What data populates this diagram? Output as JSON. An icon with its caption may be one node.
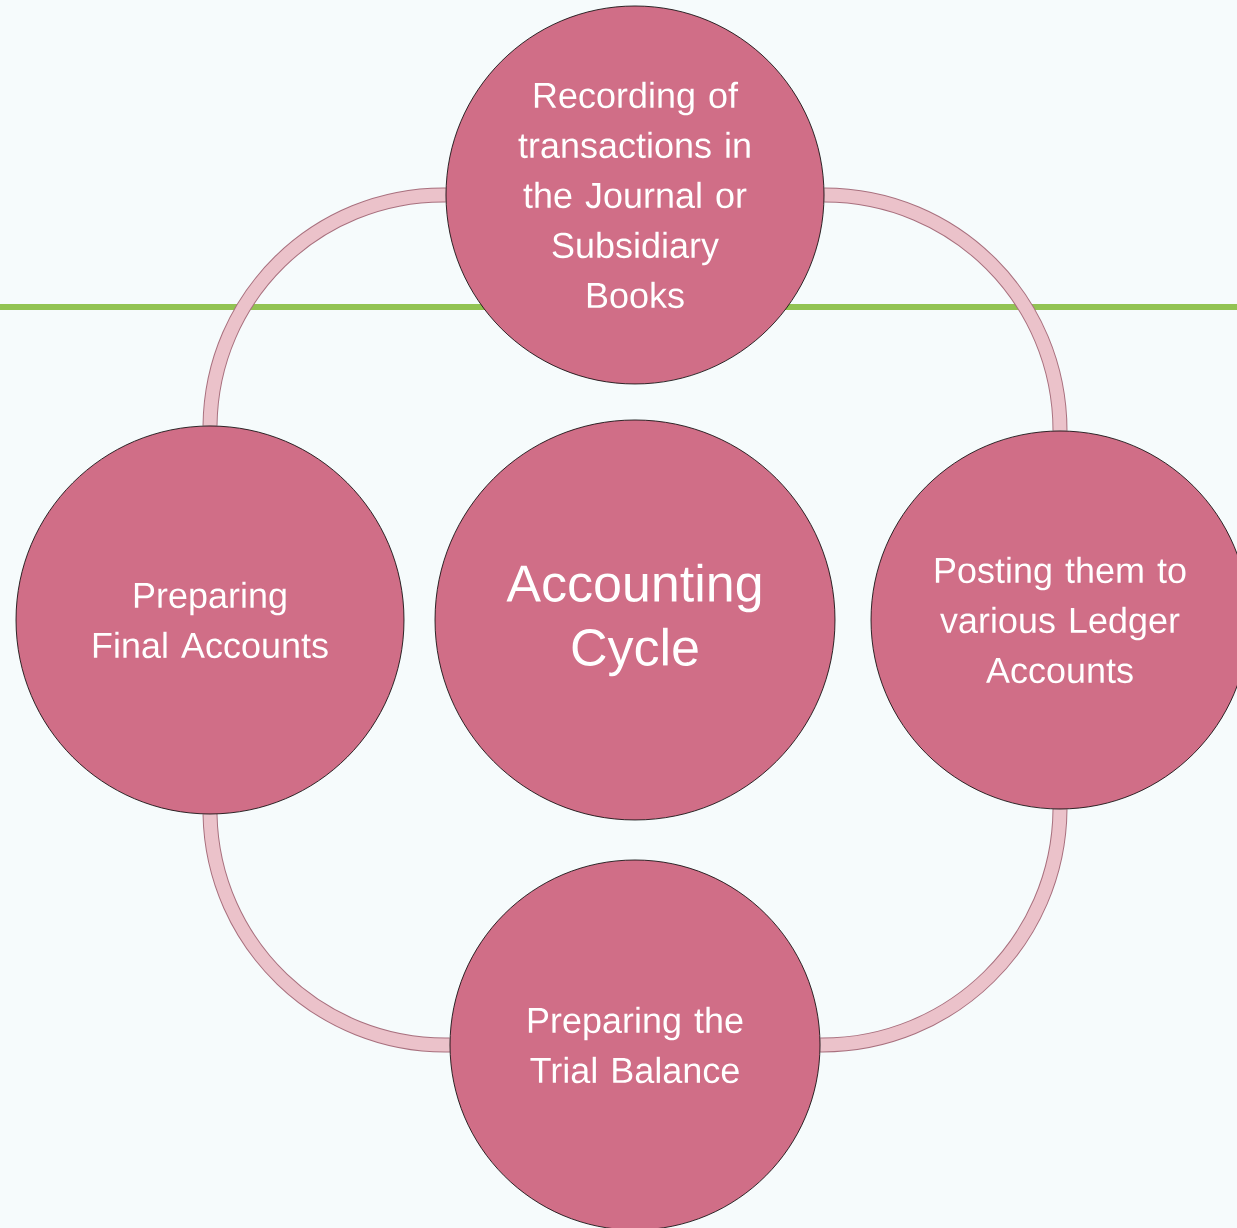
{
  "diagram": {
    "nodes": [
      {
        "text": [
          "Recording of transactions in the Journal or Subsidiary Books"
        ]
      },
      {
        "text": [
          "Preparing Final Accounts"
        ]
      },
      {
        "text": [
          "Accounting Cycle"
        ]
      },
      {
        "text": [
          "Posting them to various Ledger Accounts"
        ]
      },
      {
        "text": [
          "Preparing the Trial Balance"
        ]
      }
    ],
    "edges": [
      {
        "from": 0,
        "to": 3,
        "arrow": "none"
      },
      {
        "from": 3,
        "to": 4,
        "arrow": "none"
      },
      {
        "from": 4,
        "to": 1,
        "arrow": "none"
      },
      {
        "from": 1,
        "to": 0,
        "arrow": "none"
      }
    ]
  }
}
